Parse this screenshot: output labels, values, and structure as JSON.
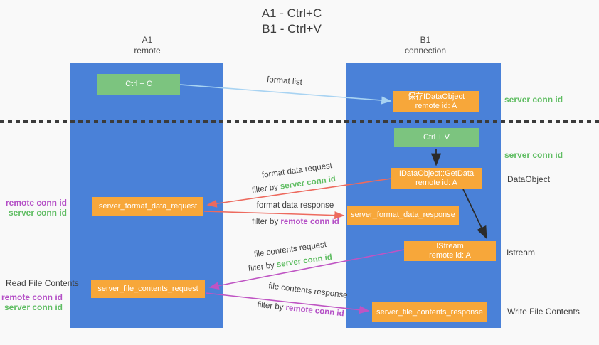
{
  "title": {
    "line1": "A1 - Ctrl+C",
    "line2": "B1 - Ctrl+V"
  },
  "columns": {
    "left": {
      "name": "A1",
      "subtitle": "remote"
    },
    "right": {
      "name": "B1",
      "subtitle": "connection"
    }
  },
  "nodes": {
    "ctrl_c": "Ctrl + C",
    "ctrl_v": "Ctrl + V",
    "save_idataobject": {
      "line1": "保存IDataObject",
      "line2": "remote id: A"
    },
    "idataobject_getdata": {
      "line1": "IDataObject::GetData",
      "line2": "remote id: A"
    },
    "istream": {
      "line1": "IStream",
      "line2": "remote id: A"
    },
    "server_format_data_request": "server_format_data_request",
    "server_format_data_response": "server_format_data_response",
    "server_file_contents_request": "server_file_contents_request",
    "server_file_contents_response": "server_file_contents_response"
  },
  "side_labels": {
    "server_conn_id_top": "server conn id",
    "server_conn_id_mid": "server conn id",
    "dataobject": "DataObject",
    "istream": "Istream",
    "write_file_contents": "Write File Contents",
    "read_file_contents": "Read File Contents",
    "left_group1_remote": "remote conn id",
    "left_group1_server": "server conn id",
    "left_group2_remote": "remote conn id",
    "left_group2_server": "server conn id"
  },
  "arrow_labels": {
    "format_list": "format list",
    "format_data_request": "format data request",
    "filter_by_1_prefix": "filter by ",
    "filter_by_1_value": "server conn id",
    "format_data_response": "format data response",
    "filter_by_2_prefix": "filter by ",
    "filter_by_2_value": "remote conn id",
    "file_contents_request": "file contents request",
    "filter_by_3_prefix": "filter by ",
    "filter_by_3_value": "server conn id",
    "file_contents_response": "file contents response",
    "filter_by_4_prefix": "filter by ",
    "filter_by_4_value": "remote conn id"
  },
  "colors": {
    "background": "#f9f9f9",
    "column_blue": "#4a81d8",
    "node_green": "#7cc47f",
    "node_orange": "#f7a73a",
    "arrow_lightblue": "#a8d3f2",
    "arrow_red": "#ed6a5e",
    "arrow_magenta": "#bf54c3",
    "arrow_black": "#2b2b2b",
    "text_green": "#5fbd62",
    "text_purple": "#b44fc6"
  }
}
